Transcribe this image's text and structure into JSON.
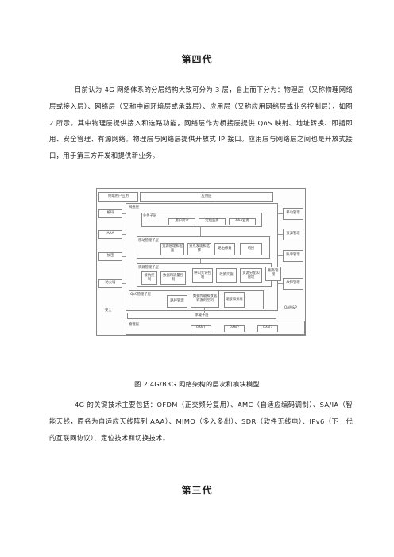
{
  "heading_4g": "第四代",
  "para_4g": "目前认为 4G 网络体系的分层结构大致可分为 3 层，自上而下分为：物理层（又称物理网络层或接入层）、网络层（又称中间环境层或承载层）、应用层（又称应用网络层或业务控制层），如图 2 所示。其中物理层提供接入和选路功能，网络层作为桥接层提供 QoS 映射、地址转换、即插即用、安全管理、有源网络。物理层与网络层提供开放式 IP 接口。应用层与网络层之间也是开放式接口，用于第三方开发和提供新业务。",
  "diagram": {
    "terminal_app": "终端用户应用",
    "app_layer": "应用层",
    "left_modules": [
      "编码",
      "AAA",
      "加密",
      "防火墙",
      "安全"
    ],
    "right_modules": [
      "移动管理",
      "资源管理",
      "账单管理",
      "故障管理"
    ],
    "oam": "OAM&P",
    "network_layer": "网络层",
    "service_sublayer": "业务子层",
    "user_profile": "用户简介",
    "location_service": "定位业务",
    "aaa_service": "AAA业务",
    "mobility_sublayer": "移动管理子层",
    "mobility_items": [
      "资源管理和配置",
      "分点发现和选择",
      "路由修复",
      "切换"
    ],
    "resource_sublayer": "资源管理子层",
    "resource_items": [
      "接纳控制",
      "数据和流量控制",
      "呼叫允许控制",
      "政策实施",
      "资源分配和管理",
      "服务管理"
    ],
    "qos_sublayer": "QoS管理子层",
    "qos_items": [
      "路径管理",
      "数据传输和数据转发的控制",
      "端接和分离"
    ],
    "bearer_sublayer": "承载子层",
    "physical_layer": "物理层",
    "rans": [
      "RAN1",
      "RAN2",
      "RAN3"
    ]
  },
  "caption": "图 2 4G/B3G 网络架构的层次和模块模型",
  "para_keytech": "4G 的关键技术主要包括：OFDM（正交频分复用）、AMC（自适应编码调制）、SA/IA（智能天线，原名为自适应天线阵列 AAA）、MIMO（多入多出）、SDR（软件无线电）、IPv6（下一代的互联网协议）、定位技术和切换技术。",
  "heading_3g": "第三代"
}
